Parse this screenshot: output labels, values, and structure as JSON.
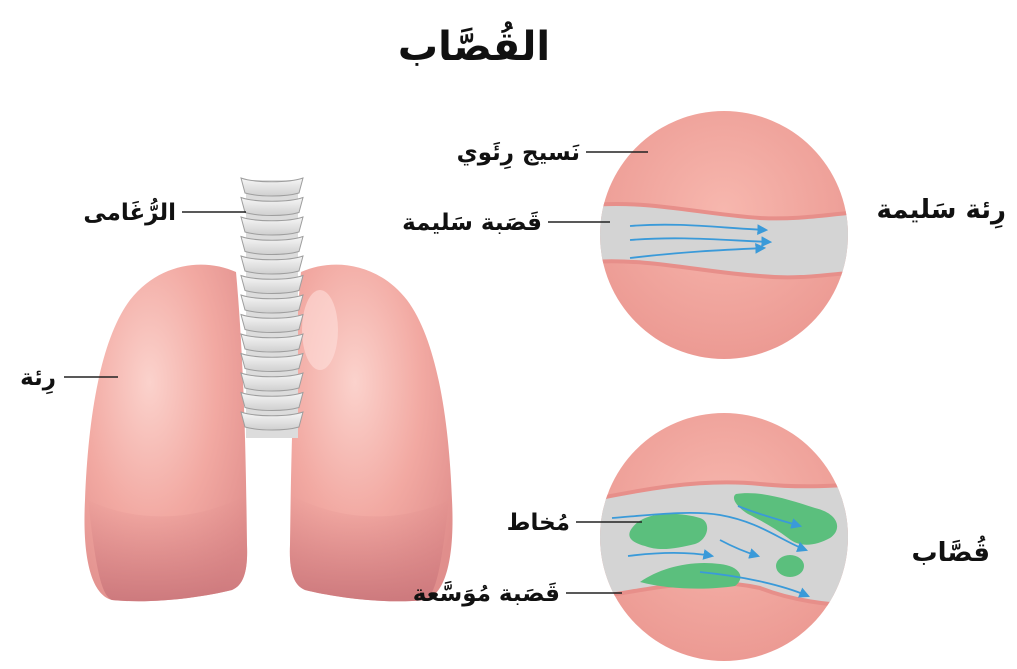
{
  "title": "القُصَّاب",
  "labels": {
    "trachea": "الرُّغَامى",
    "lung": "رِئة",
    "lung_tissue": "نَسيج رِئَوي",
    "healthy_bronchus": "قَصَبة سَليمة",
    "mucus": "مُخاط",
    "dilated_bronchus": "قَصَبة مُوَسَّعة"
  },
  "panels": {
    "healthy": "رِئة سَليمة",
    "bronchiectasis": "قُصَّاب"
  },
  "colors": {
    "lung_pink": "#f2a9a2",
    "lung_shadow": "#d8878a",
    "tissue": "#f0a59d",
    "airway": "#d4d4d4",
    "mucus": "#5bbf7d",
    "flow_arrow": "#3a9ad9",
    "trachea_ring": "#e6e6e6"
  }
}
